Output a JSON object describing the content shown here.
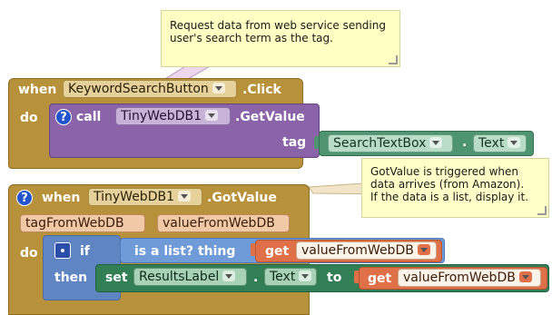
{
  "comment1": {
    "lines": [
      "Request data from web service sending",
      "user's search term as the tag."
    ]
  },
  "comment2": {
    "lines": [
      "GotValue is triggered when",
      "data arrives (from Amazon).",
      "If the data is a list, display it."
    ]
  },
  "block1": {
    "when_label": "when",
    "component": "KeywordSearchButton",
    "event": ".Click",
    "do_label": "do",
    "help_icon": "question-icon",
    "call_label": "call",
    "call_component": "TinyWebDB1",
    "method": ".GetValue",
    "tag_label": "tag",
    "tag_component": "SearchTextBox",
    "dot": ".",
    "tag_property": "Text"
  },
  "block2": {
    "help_icon": "question-icon",
    "when_label": "when",
    "component": "TinyWebDB1",
    "event": ".GotValue",
    "param1": "tagFromWebDB",
    "param2": "valueFromWebDB",
    "do_label": "do",
    "gear_icon": "gear-icon",
    "if_label": "if",
    "islist_label": "is a list?  thing",
    "get_label": "get",
    "get_value": "valueFromWebDB",
    "then_label": "then",
    "set_label": "set",
    "set_component": "ResultsLabel",
    "dot": ".",
    "set_property": "Text",
    "to_label": "to",
    "get2_label": "get",
    "get2_value": "valueFromWebDB"
  },
  "colors": {
    "event_block": "#b8923a",
    "call_block": "#8a63a8",
    "component_block": "#4e9470",
    "variable_block": "#e07047",
    "comment": "#ffffc4"
  }
}
